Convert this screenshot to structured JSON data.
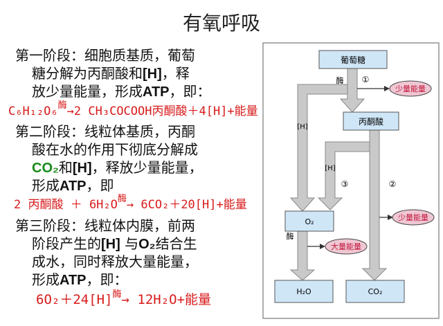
{
  "title": "有氧呼吸",
  "stage1": {
    "line1": "第一阶段：细胞质基质，葡萄",
    "line2a": "糖分解为丙酮酸和",
    "line2b": "[H]",
    "line2c": "，释",
    "line3a": "放少量能量，形成",
    "line3b": "ATP",
    "line3c": "，即：",
    "eq_left": "C₆H₁₂O₆",
    "eq_enzyme": "酶",
    "eq_right": "→2 CH₃COCOOH丙酮酸＋4[H]+能量"
  },
  "stage2": {
    "line1": "第二阶段：线粒体基质，丙酮",
    "line2": "酸在水的作用下彻底分解成",
    "line3a": "CO₂",
    "line3b": "和",
    "line3c": "[H]",
    "line3d": "，释放少量能量，",
    "line4a": "形成",
    "line4b": "ATP",
    "line4c": "，即",
    "eq_left": "2 丙酮酸 ＋ 6H₂O",
    "eq_enzyme": "酶",
    "eq_right": "→ 6CO₂＋20[H]+能量"
  },
  "stage3": {
    "line1": "第三阶段：线粒体内膜，前两",
    "line2a": "阶段产生的",
    "line2b": "[H]",
    "line2c": " 与",
    "line2d": "O₂",
    "line2e": "结合生",
    "line3": "成水，同时释放大量能量，",
    "line4a": "形成",
    "line4b": "ATP",
    "line4c": "，即：",
    "eq_left": "6O₂＋24[H]",
    "eq_enzyme": "酶",
    "eq_right": "→ 12H₂O+能量"
  },
  "diagram": {
    "glucose": "葡萄糖",
    "pyruvate": "丙酮酸",
    "oxygen": "O₂",
    "water": "H₂O",
    "co2": "CO₂",
    "enzyme1": "酶",
    "enzyme2": "酶",
    "h1": "[H]",
    "h2": "[H]",
    "num1": "①",
    "num2": "②",
    "num3": "③",
    "small_energy1": "少量能量",
    "small_energy2": "少量能量",
    "large_energy": "大量能量"
  },
  "colors": {
    "box_fill": "#cfe6f7",
    "arrow_fill": "#c9c9c9",
    "energy_fill": "#efc7d3",
    "energy_text": "#c0153a",
    "eq_red": "#d81a1a"
  }
}
